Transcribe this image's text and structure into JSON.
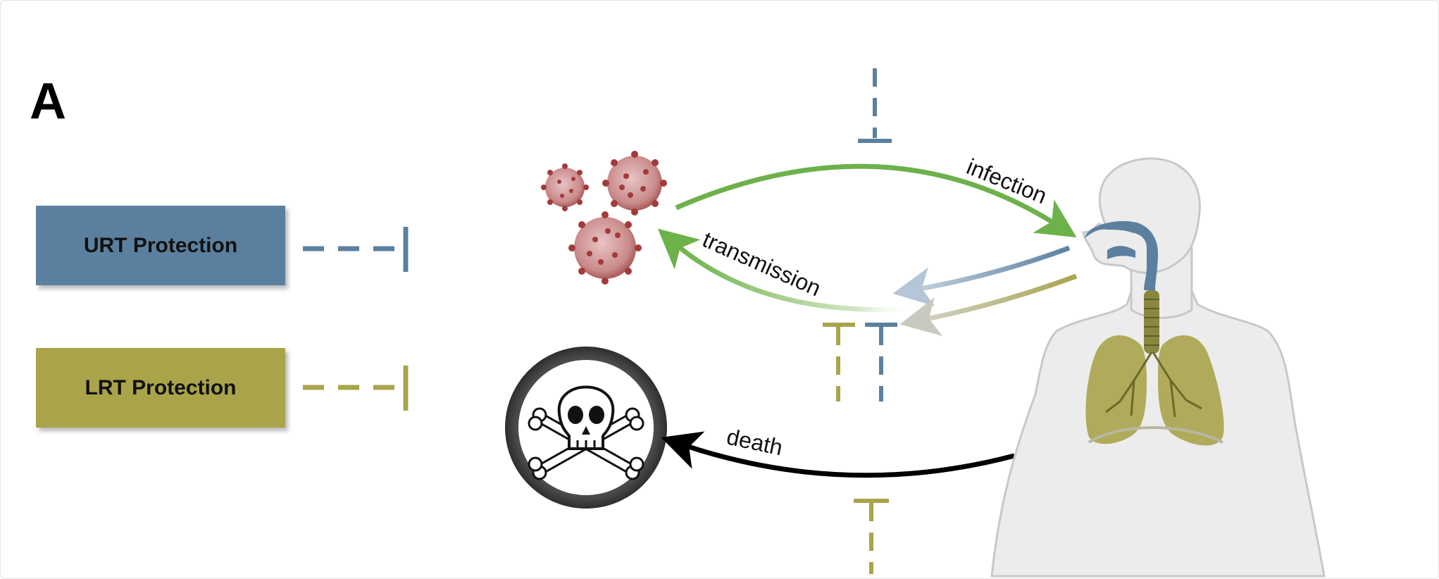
{
  "panel_label": "A",
  "legend": {
    "urt_label": "URT Protection",
    "lrt_label": "LRT Protection"
  },
  "arrows": {
    "infection": "infection",
    "transmission": "transmission",
    "death": "death"
  },
  "colors": {
    "urt": "#5b809f",
    "lrt": "#a9a44a",
    "infection_arrow": "#6db14b",
    "death_arrow": "#000000"
  },
  "icons": [
    "virus-particle-icon",
    "skull-crossbones-icon",
    "human-respiratory-tract-icon",
    "inhibition-bar-icon"
  ]
}
